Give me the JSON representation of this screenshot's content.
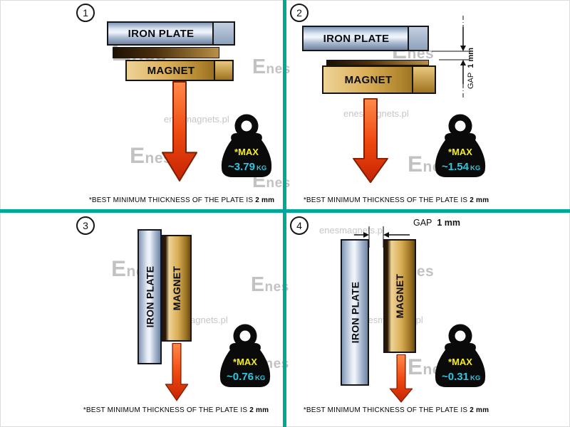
{
  "colors": {
    "divider": "#00A79B",
    "max_text": "#F6EE18",
    "value_text": "#2EC6E0",
    "arrow_red": "#E8401C",
    "magnet_gold": "#D9AD55",
    "plate_steel": "#A8B9D0"
  },
  "watermark": {
    "logo": "Enes",
    "site": "enesmagnets.pl"
  },
  "note": {
    "text": "*BEST MINIMUM THICKNESS OF THE PLATE IS",
    "bold": "2 mm"
  },
  "gap": {
    "label": "GAP",
    "value": "1 mm"
  },
  "panels": [
    {
      "number": "1",
      "plate": "IRON PLATE",
      "magnet": "MAGNET",
      "max": "*MAX",
      "value": "~3.79",
      "unit": "KG"
    },
    {
      "number": "2",
      "plate": "IRON PLATE",
      "magnet": "MAGNET",
      "max": "*MAX",
      "value": "~1.54",
      "unit": "KG"
    },
    {
      "number": "3",
      "plate": "IRON PLATE",
      "magnet": "MAGNET",
      "max": "*MAX",
      "value": "~0.76",
      "unit": "KG"
    },
    {
      "number": "4",
      "plate": "IRON PLATE",
      "magnet": "MAGNET",
      "max": "*MAX",
      "value": "~0.31",
      "unit": "KG"
    }
  ]
}
